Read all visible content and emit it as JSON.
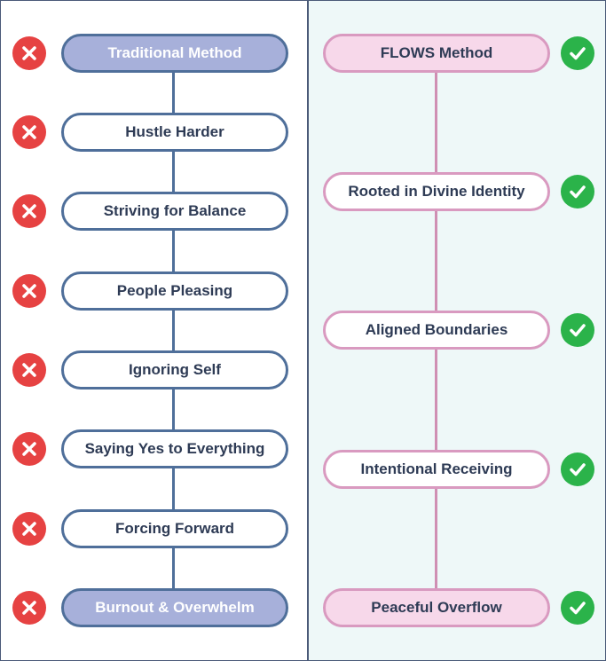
{
  "traditional": {
    "title": "Traditional Method",
    "steps": [
      "Hustle Harder",
      "Striving for Balance",
      "People Pleasing",
      "Ignoring Self",
      "Saying Yes to Everything",
      "Forcing Forward"
    ],
    "outcome": "Burnout & Overwhelm"
  },
  "flows": {
    "title": "FLOWS Method",
    "steps": [
      "Rooted in Divine Identity",
      "Aligned Boundaries",
      "Intentional Receiving"
    ],
    "outcome": "Peaceful Overflow"
  },
  "icons": {
    "negative": "x-icon",
    "positive": "check-icon"
  },
  "colors": {
    "left_line": "#4f6f9a",
    "left_highlight": "#a7b0da",
    "right_line": "#d99ac0",
    "right_highlight": "#f7d8ea",
    "x_red": "#e64242",
    "check_green": "#2bb34a"
  }
}
